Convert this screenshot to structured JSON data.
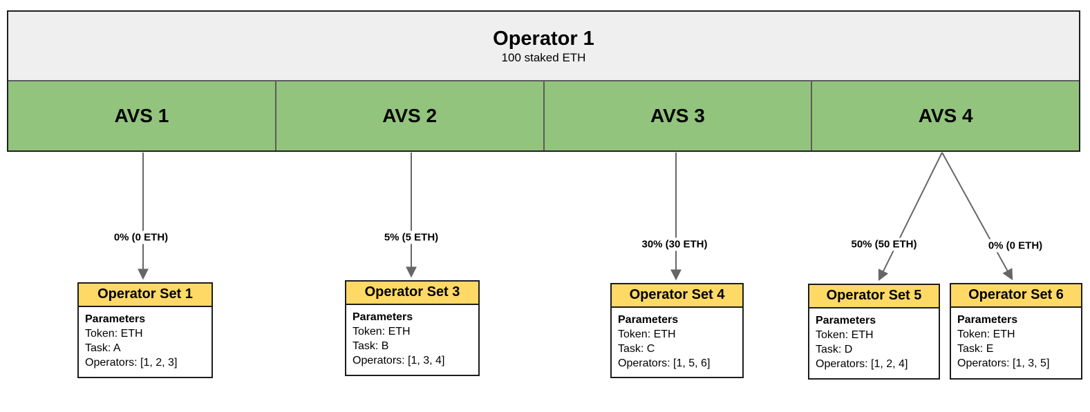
{
  "colors": {
    "header_bg": "#efefef",
    "avs_bg": "#93c47d",
    "set_header_bg": "#ffd966",
    "line": "#666666",
    "outer_border": "#1f1f1f",
    "cell_border": "#5b5b5b"
  },
  "operator": {
    "title": "Operator 1",
    "subtitle": "100 staked ETH"
  },
  "avs": [
    {
      "label": "AVS 1"
    },
    {
      "label": "AVS 2"
    },
    {
      "label": "AVS 3"
    },
    {
      "label": "AVS 4"
    }
  ],
  "allocations": [
    {
      "from": "AVS 1",
      "to": "Operator Set 1",
      "label": "0% (0 ETH)"
    },
    {
      "from": "AVS 2",
      "to": "Operator Set 3",
      "label": "5% (5 ETH)"
    },
    {
      "from": "AVS 3",
      "to": "Operator Set 4",
      "label": "30% (30 ETH)"
    },
    {
      "from": "AVS 4",
      "to": "Operator Set 5",
      "label": "50% (50 ETH)"
    },
    {
      "from": "AVS 4",
      "to": "Operator Set 6",
      "label": "0% (0 ETH)"
    }
  ],
  "operator_sets": [
    {
      "title": "Operator Set 1",
      "heading": "Parameters",
      "lines": [
        "Token: ETH",
        "Task: A",
        "Operators: [1, 2, 3]"
      ]
    },
    {
      "title": "Operator Set 3",
      "heading": "Parameters",
      "lines": [
        "Token: ETH",
        "Task: B",
        "Operators: [1, 3, 4]"
      ]
    },
    {
      "title": "Operator Set 4",
      "heading": "Parameters",
      "lines": [
        "Token: ETH",
        "Task: C",
        "Operators: [1, 5, 6]"
      ]
    },
    {
      "title": "Operator Set 5",
      "heading": "Parameters",
      "lines": [
        "Token: ETH",
        "Task: D",
        "Operators: [1, 2, 4]"
      ]
    },
    {
      "title": "Operator Set 6",
      "heading": "Parameters",
      "lines": [
        "Token: ETH",
        "Task: E",
        "Operators: [1, 3, 5]"
      ]
    }
  ]
}
